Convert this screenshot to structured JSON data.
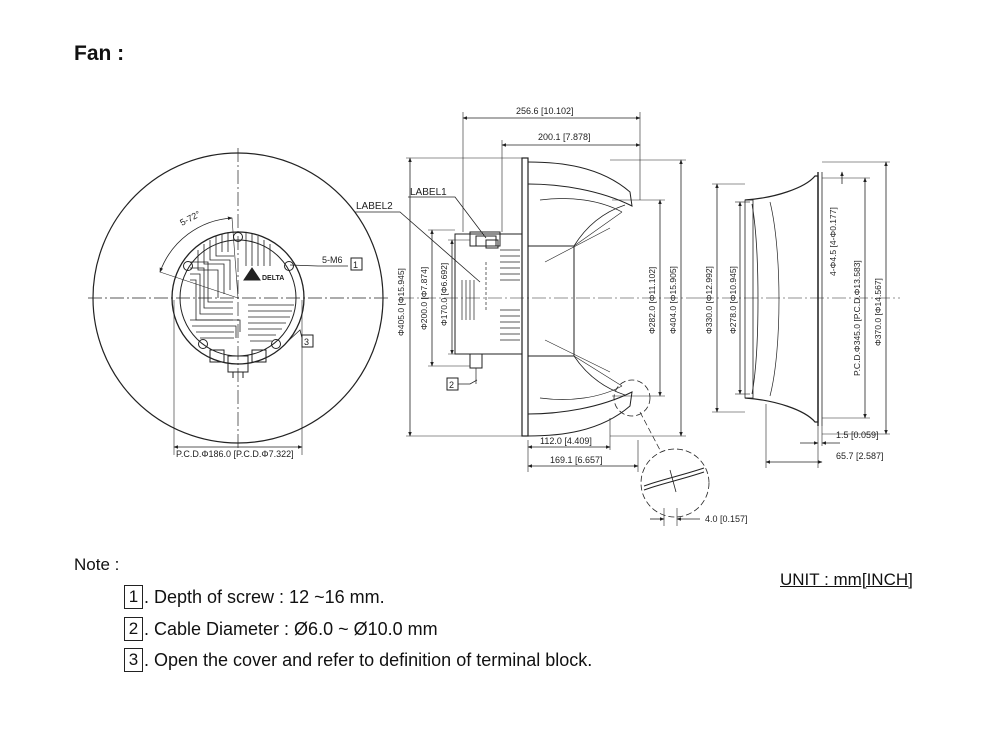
{
  "title": "Fan :",
  "labels": {
    "label1": "LABEL1",
    "label2": "LABEL2",
    "m6": "5-M6",
    "angle": "5-72°",
    "ref1": "1",
    "ref2": "2",
    "ref3": "3",
    "pcd186": "P.C.D.Φ186.0 [P.C.D.Φ7.322]",
    "top_overall": "256.6 [10.102]",
    "top_inner": "200.1 [7.878]",
    "d405": "Φ405.0 [Φ15.945]",
    "d200": "Φ200.0 [Φ7.874]",
    "d170": "Φ170.0 [Φ6.692]",
    "d282": "Φ282.0 [Φ11.102]",
    "d404": "Φ404.0 [Φ15.905]",
    "bot_112": "112.0 [4.409]",
    "bot_169": "169.1 [6.657]",
    "d330": "Φ330.0 [Φ12.992]",
    "d278": "Φ278.0 [Φ10.945]",
    "holes": "4-Φ4.5 [4-Φ0.177]",
    "pcd345": "P.C.D.Φ345.0 [P.C.D.Φ13.583]",
    "d370": "Φ370.0 [Φ14.567]",
    "t15": "1.5 [0.059]",
    "t657": "65.7 [2.587]",
    "t40": "4.0 [0.157]",
    "brand": "DELTA"
  },
  "note_label": "Note :",
  "unit": "UNIT : mm[INCH]",
  "notes": [
    {
      "num": "1",
      "text": ". Depth of screw : 12 ~16 mm."
    },
    {
      "num": "2",
      "text": ". Cable Diameter : Ø6.0 ~ Ø10.0 mm"
    },
    {
      "num": "3",
      "text": ". Open the cover and refer to definition of terminal block."
    }
  ]
}
